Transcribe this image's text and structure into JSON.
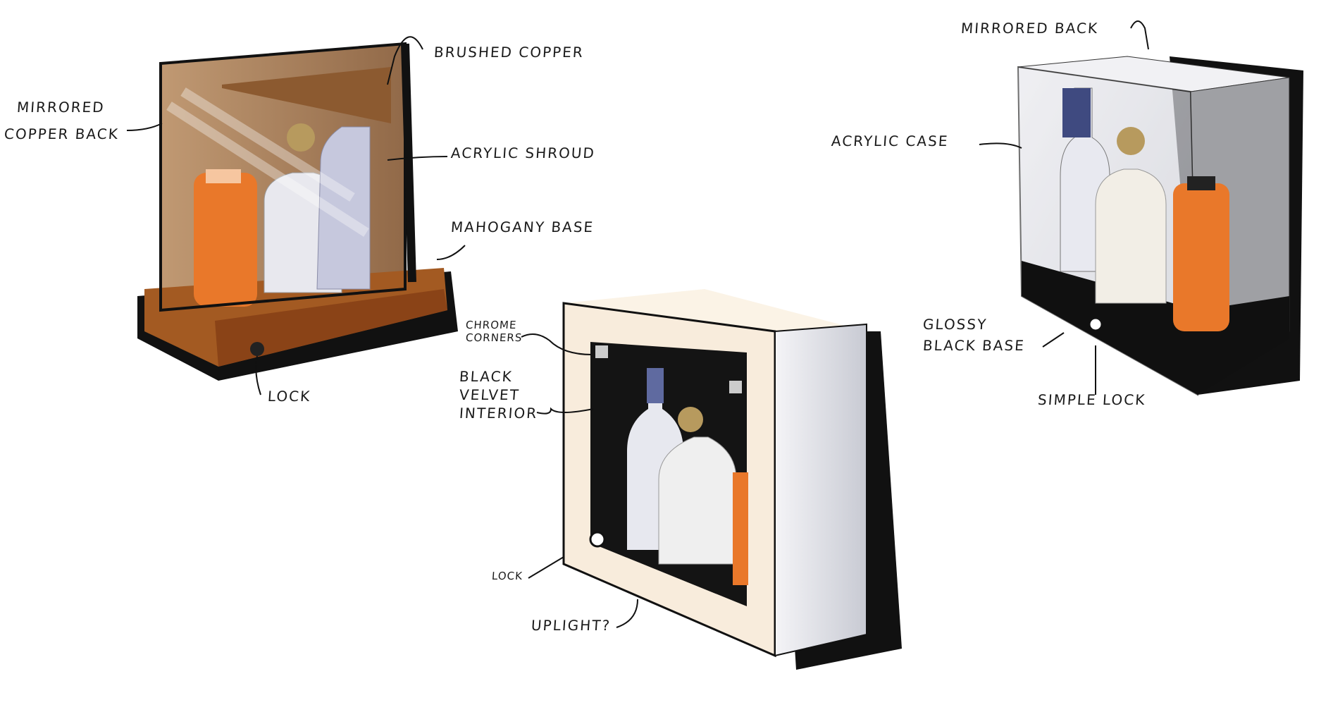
{
  "sketch_left": {
    "labels": {
      "brushed_copper": "BRUSHED COPPER",
      "mirrored_line1": "MIRRORED",
      "mirrored_line2": "COPPER BACK",
      "acrylic_shroud": "ACRYLIC SHROUD",
      "mahogany_base": "MAHOGANY BASE",
      "lock": "LOCK"
    }
  },
  "sketch_center": {
    "labels": {
      "chrome_line1": "CHROME",
      "chrome_line2": "CORNERS",
      "velvet_line1": "BLACK",
      "velvet_line2": "VELVET",
      "velvet_line3": "INTERIOR",
      "lock": "LOCK",
      "uplight": "UPLIGHT?"
    }
  },
  "sketch_right": {
    "labels": {
      "mirrored_back": "MIRRORED BACK",
      "acrylic_case": "ACRYLIC CASE",
      "glossy_line1": "GLOSSY",
      "glossy_line2": "BLACK BASE",
      "simple_lock": "SIMPLE LOCK"
    }
  },
  "colors": {
    "copper": "#9a6a3e",
    "mahogany": "#8a4e1f",
    "orange": "#e9782a",
    "black": "#111111",
    "cream": "#fbf3e6"
  }
}
